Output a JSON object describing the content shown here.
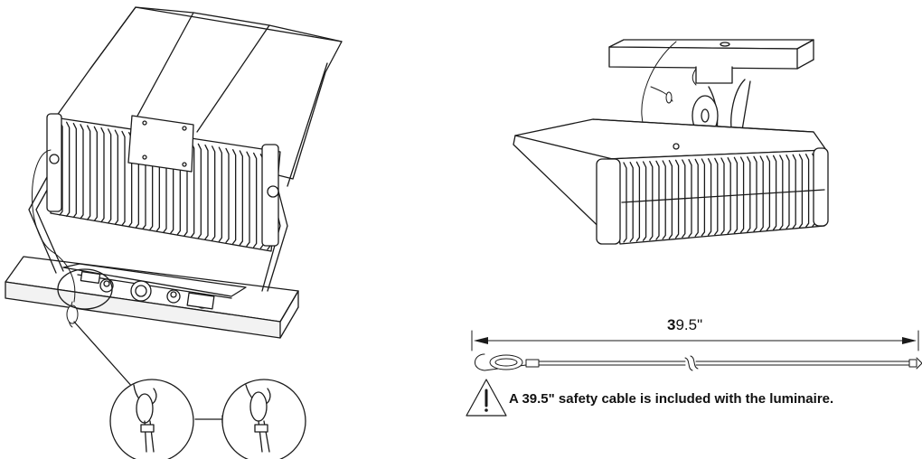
{
  "dimension": {
    "lead": "3",
    "rest": "9.5\""
  },
  "safety_note": "A 39.5\" safety cable is included with the luminaire.",
  "colors": {
    "line": "#1a1a1a",
    "fill": "#ffffff",
    "shade": "#efefef"
  }
}
